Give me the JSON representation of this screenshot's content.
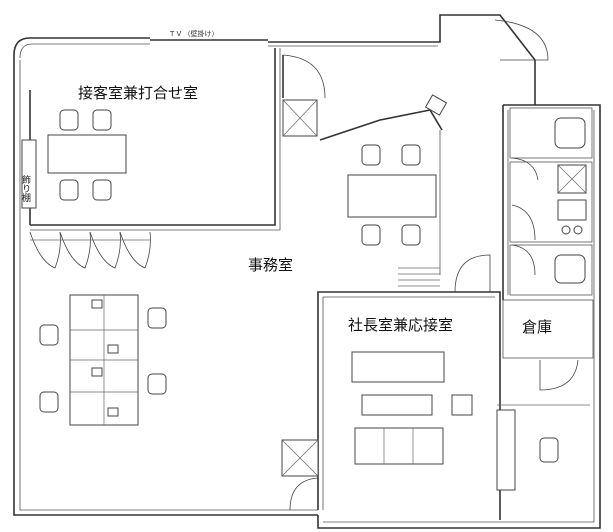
{
  "rooms": {
    "reception": "接客室兼打合せ室",
    "office": "事務室",
    "president": "社長室兼応接室",
    "storage": "倉庫"
  },
  "labels": {
    "tv": "T V （壁掛け）",
    "display_shelf": "飾り棚"
  }
}
